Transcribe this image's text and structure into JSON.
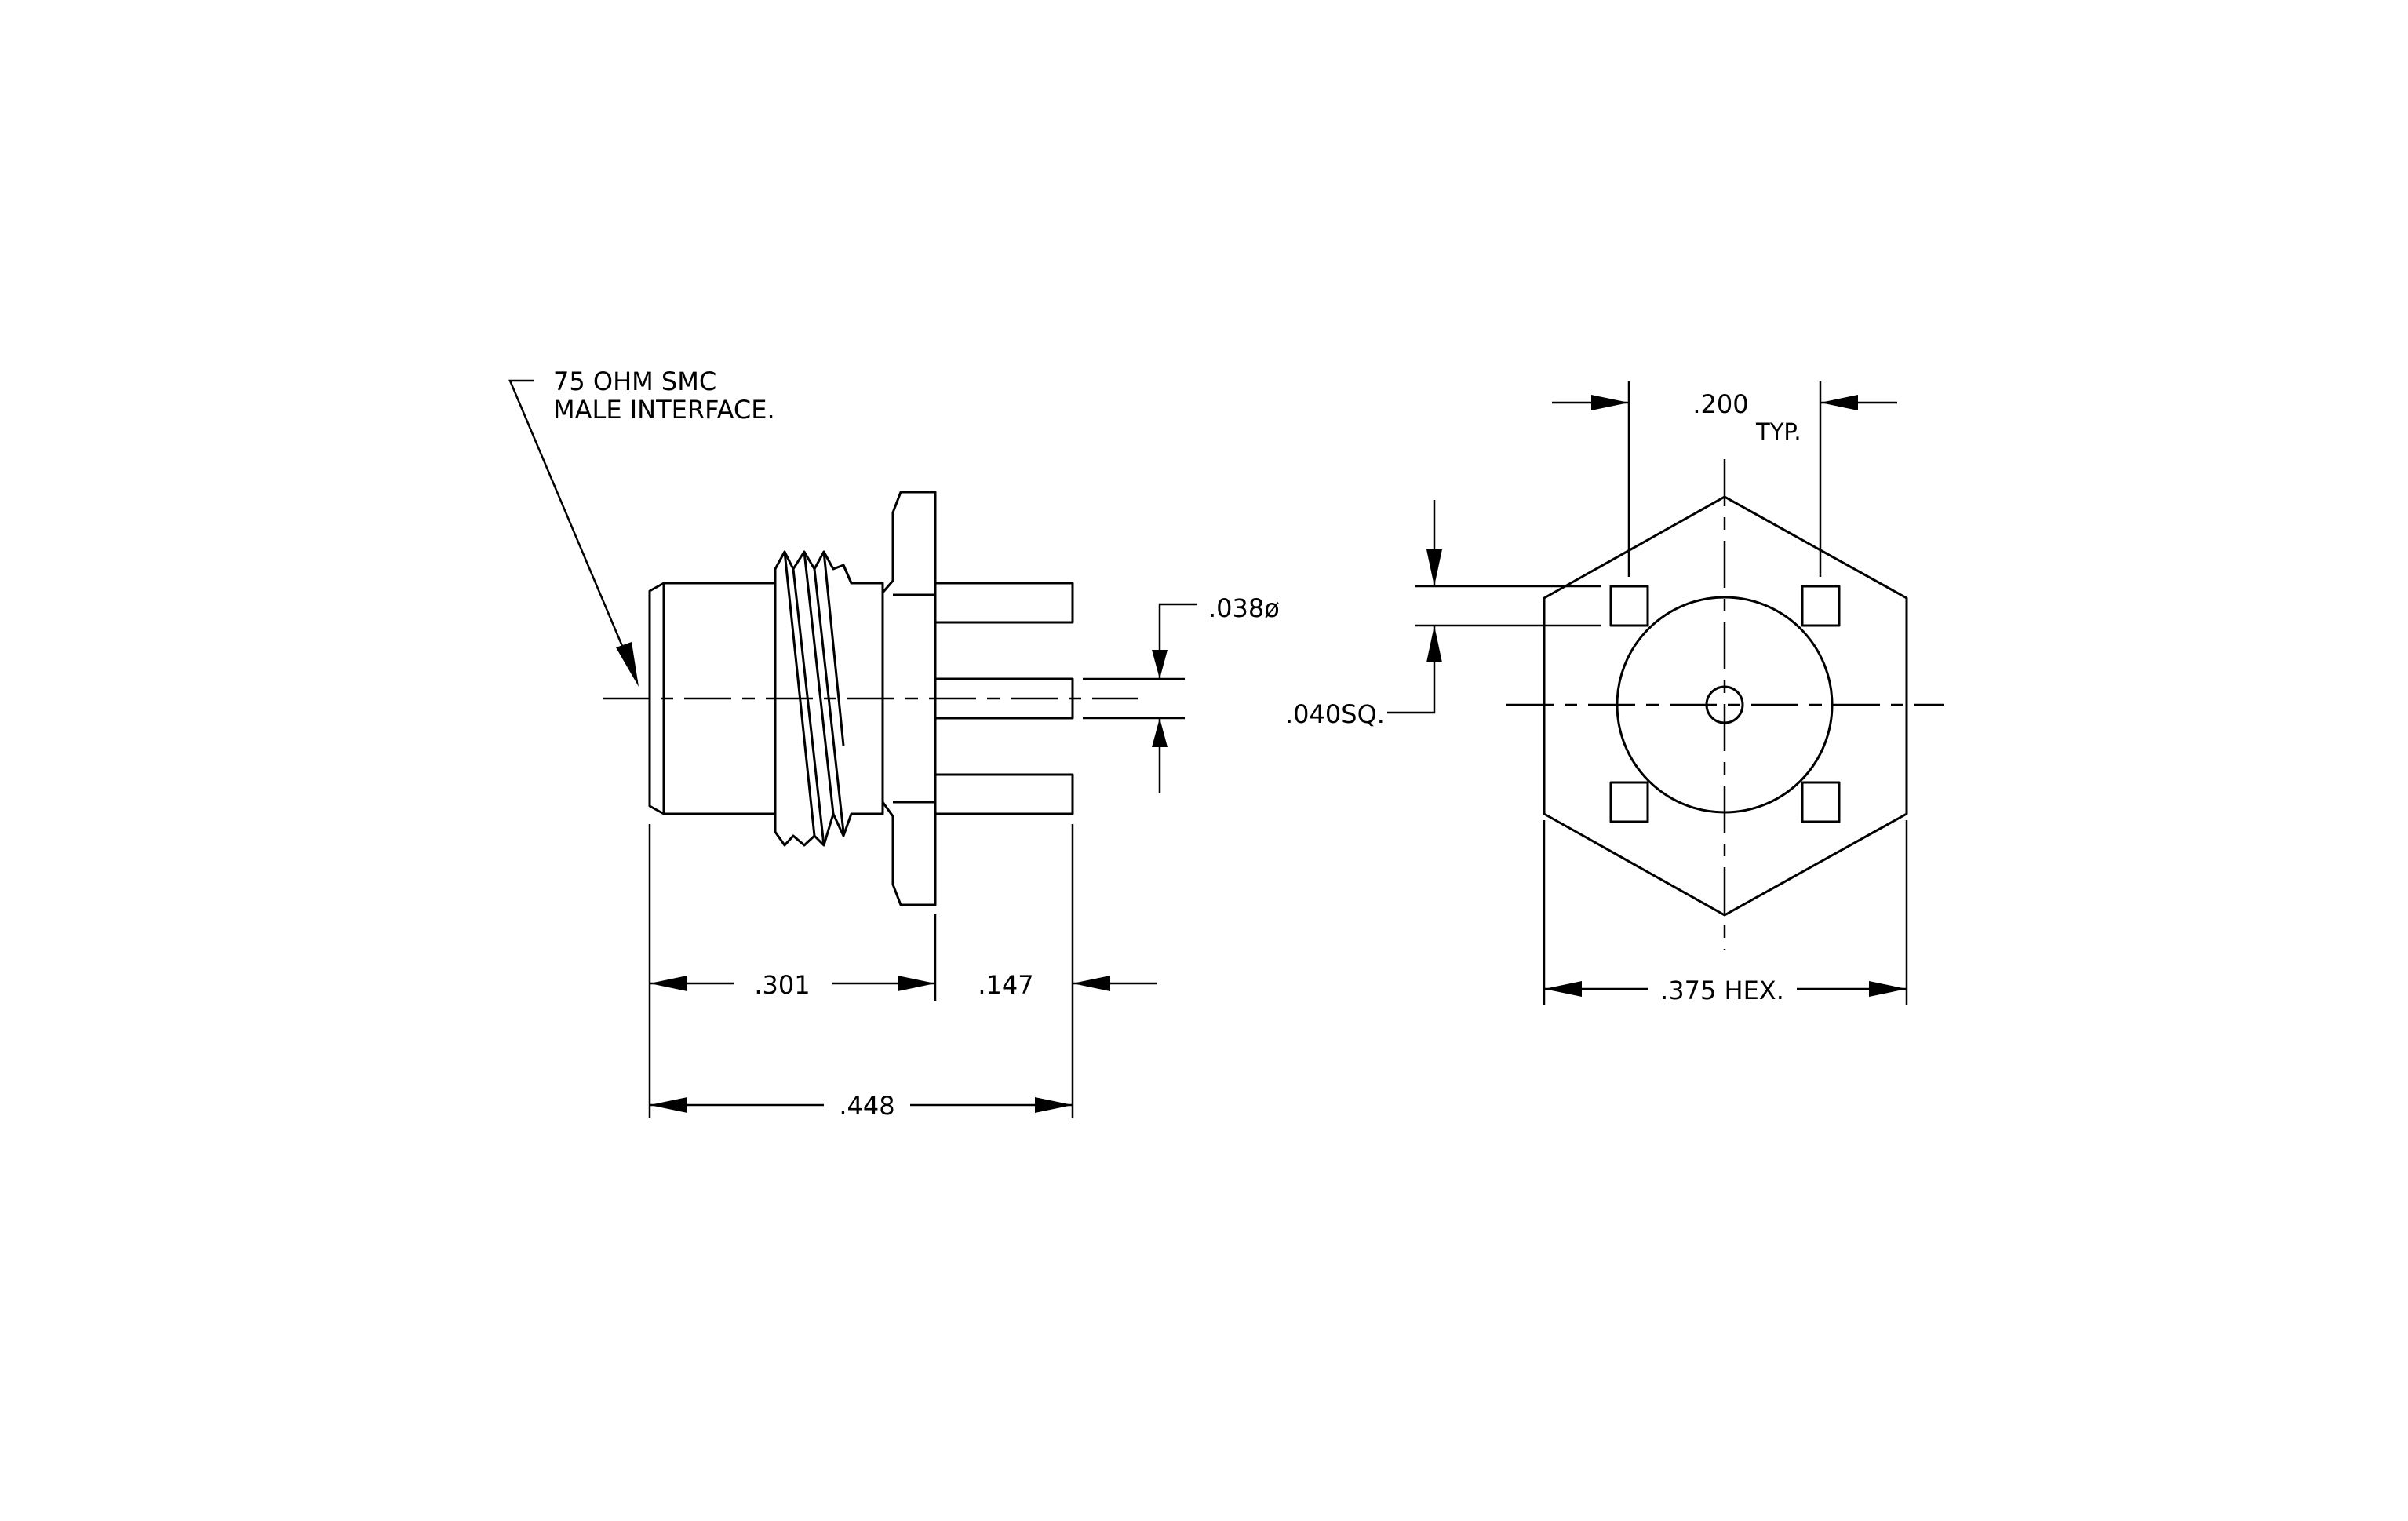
{
  "side_view": {
    "note_line1": "75 OHM SMC",
    "note_line2": "MALE INTERFACE.",
    "dim_pin_diameter": ".038ø",
    "dim_body_length": ".301",
    "dim_pin_length": ".147",
    "dim_overall_length": ".448"
  },
  "end_view": {
    "dim_pin_spacing": ".200",
    "dim_pin_spacing_suffix": "TYP.",
    "dim_pin_square": ".040SQ.",
    "dim_hex": ".375 HEX."
  }
}
